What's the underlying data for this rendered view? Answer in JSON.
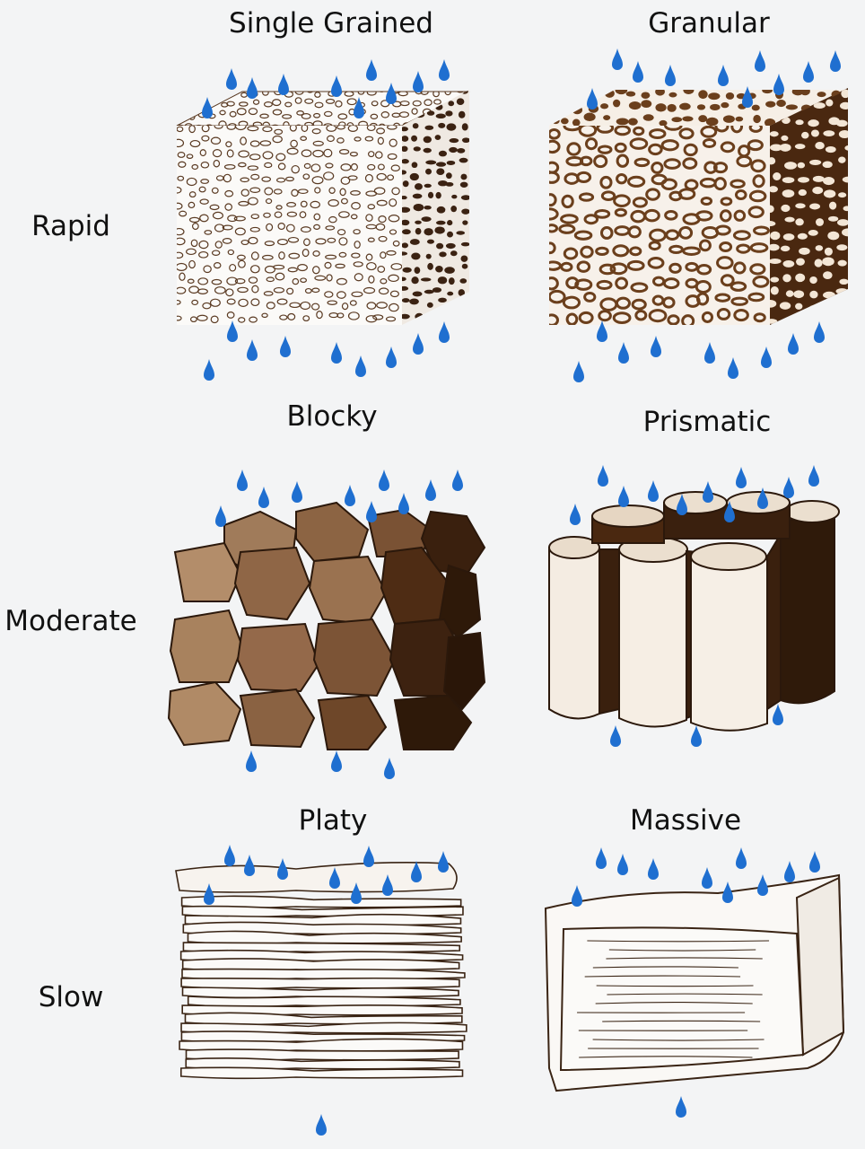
{
  "rows": [
    {
      "label": "Rapid"
    },
    {
      "label": "Moderate"
    },
    {
      "label": "Slow"
    }
  ],
  "structures": [
    {
      "name": "Single Grained"
    },
    {
      "name": "Granular"
    },
    {
      "name": "Blocky"
    },
    {
      "name": "Prismatic"
    },
    {
      "name": "Platy"
    },
    {
      "name": "Massive"
    }
  ],
  "colors": {
    "soil": "#4a2810",
    "soil_light": "#8a5a32",
    "line": "#3a2414",
    "water": "#1f6fd0",
    "background": "#f3f4f5"
  }
}
